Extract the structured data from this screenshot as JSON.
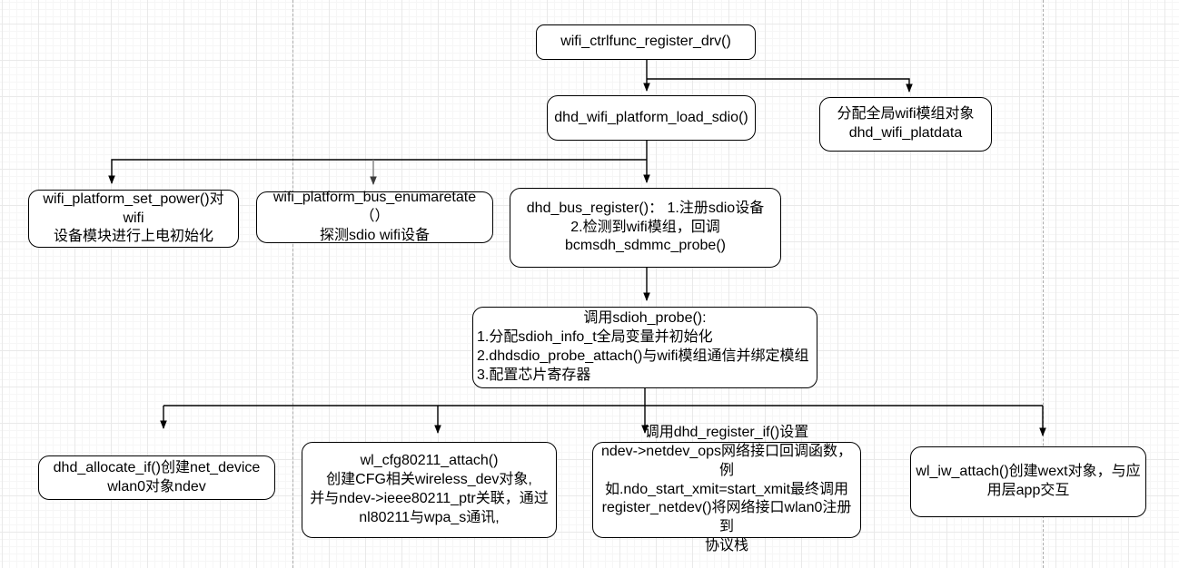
{
  "diagram": {
    "nodes": {
      "wifi_ctrlfunc": {
        "label": "wifi_ctrlfunc_register_drv()"
      },
      "load_sdio": {
        "label": "dhd_wifi_platform_load_sdio()"
      },
      "platdata": {
        "label": "分配全局wifi模组对象\ndhd_wifi_platdata"
      },
      "set_power": {
        "label": "wifi_platform_set_power()对wifi\n设备模块进行上电初始化"
      },
      "bus_enum": {
        "label": "wifi_platform_bus_enumaretate （）\n探测sdio wifi设备"
      },
      "bus_register": {
        "label": "dhd_bus_register()： 1.注册sdio设备\n2.检测到wifi模组，回调\nbcmsdh_sdmmc_probe()"
      },
      "sdioh_probe": {
        "title": "调用sdioh_probe():",
        "body": "1.分配sdioh_info_t全局变量并初始化\n2.dhdsdio_probe_attach()与wifi模组通信并绑定模组\n3.配置芯片寄存器"
      },
      "allocate_if": {
        "label": "dhd_allocate_if()创建net_device\nwlan0对象ndev"
      },
      "cfg80211": {
        "label": "wl_cfg80211_attach()\n创建CFG相关wireless_dev对象,\n并与ndev->ieee80211_ptr关联，通过\nnl80211与wpa_s通讯,"
      },
      "register_if": {
        "label": "调用dhd_register_if()设置\nndev->netdev_ops网络接口回调函数，例\n如.ndo_start_xmit=start_xmit最终调用\nregister_netdev()将网络接口wlan0注册到\n协议栈"
      },
      "iw_attach": {
        "label": "wl_iw_attach()创建wext对象，与应\n用层app交互"
      }
    },
    "colors": {
      "node_border": "#000000",
      "node_fill": "#ffffff",
      "connector": "#000000",
      "connector_gray_stem": "#808080",
      "page_guide": "#ababab"
    }
  }
}
